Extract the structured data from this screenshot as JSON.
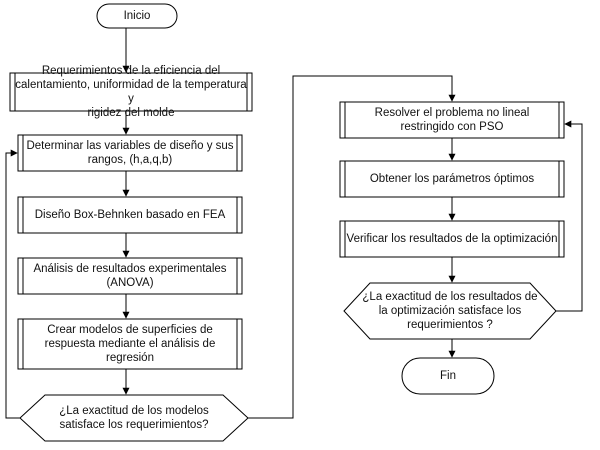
{
  "flowchart": {
    "start": "Inicio",
    "left_steps": [
      "Requerimientos de la eficiencia del\ncalentamiento, uniformidad de la temperatura y\nrigidez del molde",
      "Determinar las variables de diseño y sus\nrangos, (h,a,q,b)",
      "Diseño Box-Behnken basado en FEA",
      "Análisis  de resultados experimentales\n(ANOVA)",
      "Crear modelos de superficies de\nrespuesta mediante el análisis de\nregresión"
    ],
    "left_decision": "¿La exactitud de los modelos\nsatisface los requerimientos?",
    "right_steps": [
      "Resolver el problema  no lineal\nrestringido con PSO",
      "Obtener los parámetros óptimos",
      "Verificar los resultados de la optimización"
    ],
    "right_decision": "¿La exactitud de los resultados de\nla optimización satisface los\nrequerimientos  ?",
    "end": "Fin"
  }
}
